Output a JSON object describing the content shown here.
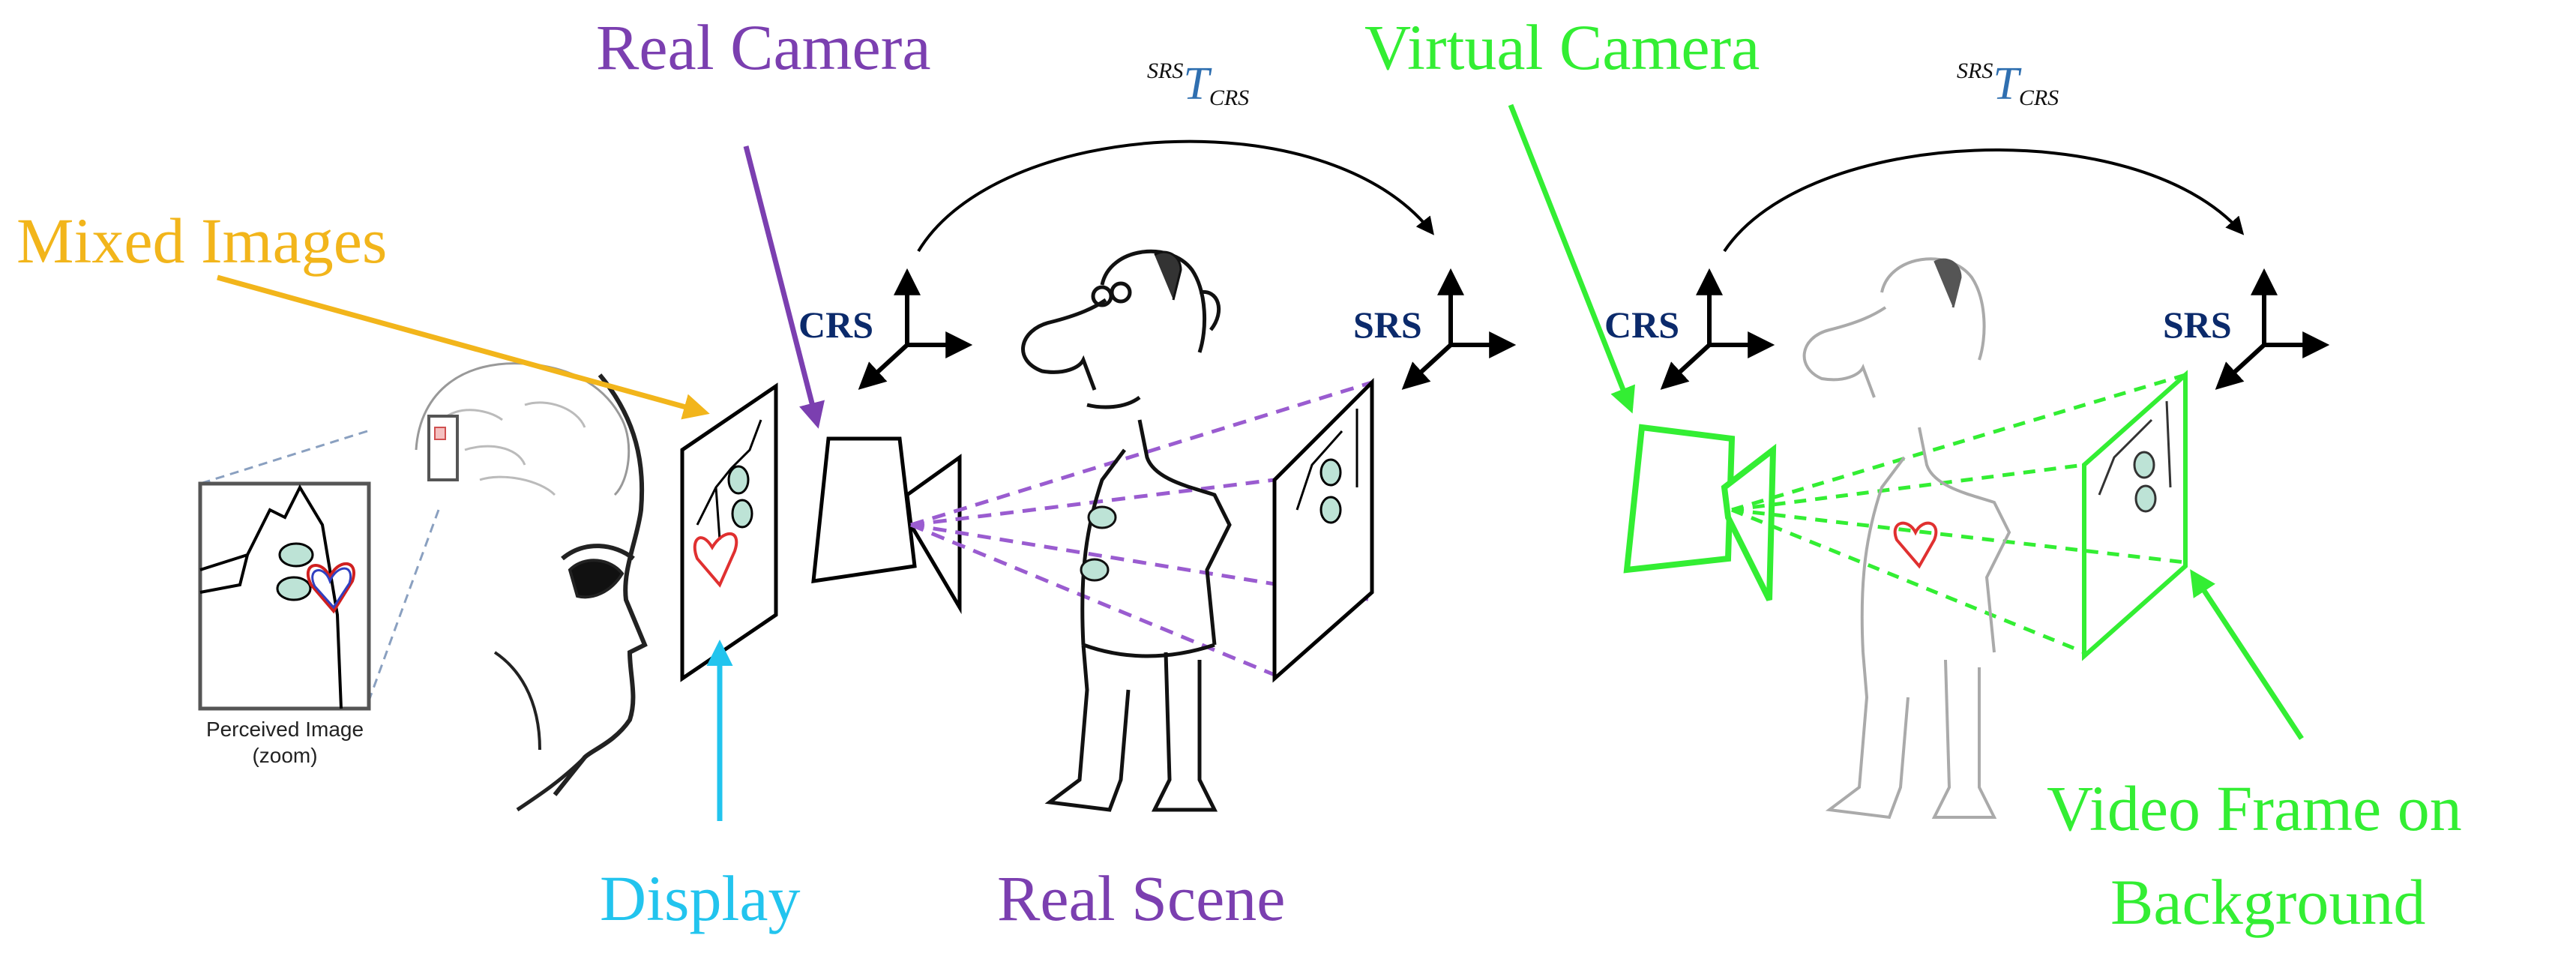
{
  "colors": {
    "mixed": "#f2b51b",
    "real_camera": "#7b3fb0",
    "virtual": "#33ee33",
    "display": "#22c4ee",
    "frame_label": "#0b2a6b",
    "tf_T": "#2f6fb0"
  },
  "labels": {
    "mixed_images": "Mixed Images",
    "real_camera": "Real Camera",
    "virtual_camera": "Virtual Camera",
    "display": "Display",
    "real_scene": "Real Scene",
    "video_frame_line1": "Video Frame on",
    "video_frame_line2": "Background",
    "perceived_image_line1": "Perceived Image",
    "perceived_image_line2": "(zoom)"
  },
  "frames": {
    "crs": "CRS",
    "srs": "SRS"
  },
  "transform": {
    "sup": "SRS",
    "symbol": "T",
    "sub": "CRS"
  }
}
